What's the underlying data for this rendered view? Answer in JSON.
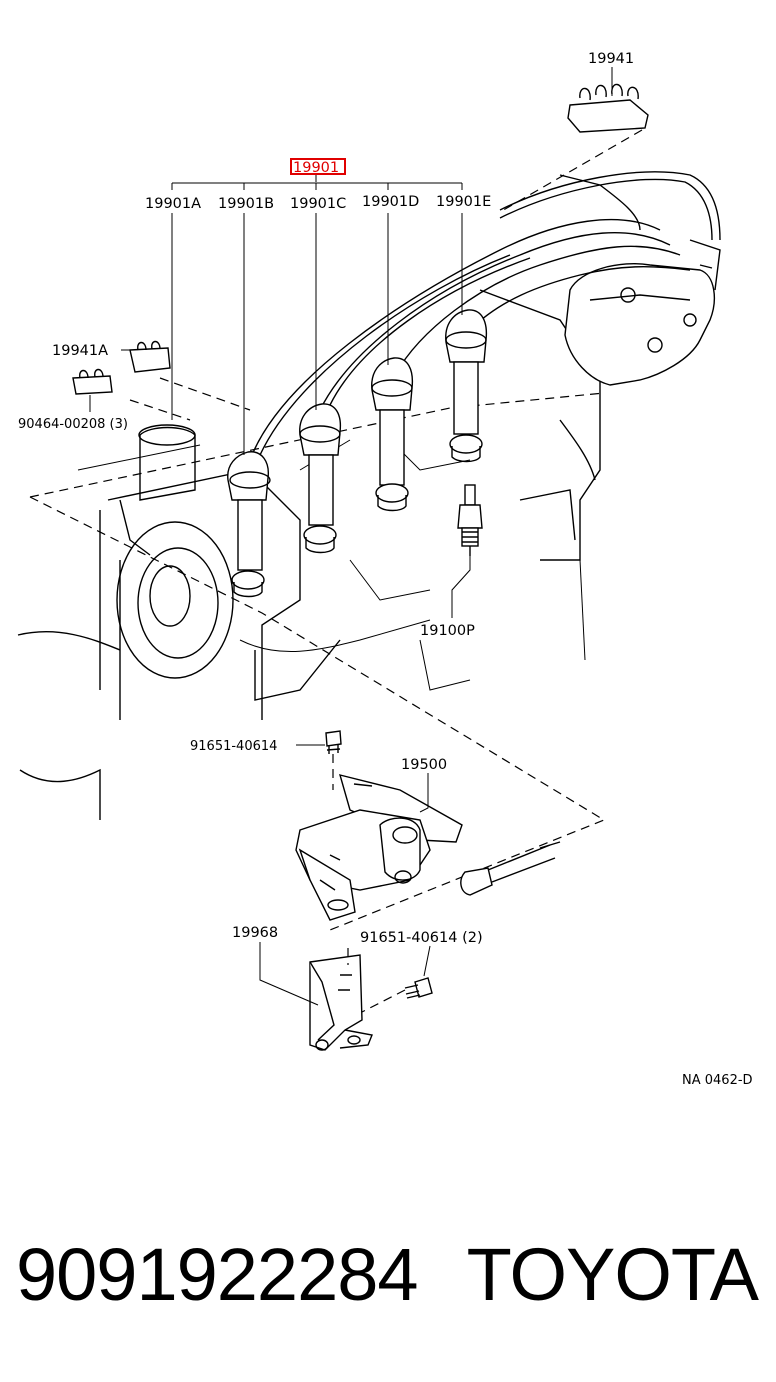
{
  "diagram": {
    "callouts": {
      "main_assembly": "19901",
      "wire_a": "19901A",
      "wire_b": "19901B",
      "wire_c": "19901C",
      "wire_d": "19901D",
      "wire_e": "19901E",
      "clamp_19941": "19941",
      "clamp_19941a": "19941A",
      "clamp_90464": "90464-00208 (3)",
      "spark_plug": "19100P",
      "bolt_upper": "91651-40614",
      "coil": "19500",
      "bracket": "19968",
      "bolt_lower": "91651-40614 (2)"
    },
    "figure_code": "NA 0462-D",
    "highlight_color": "#e00000"
  },
  "footer": {
    "part_number": "9091922284",
    "brand": "TOYOTA"
  }
}
